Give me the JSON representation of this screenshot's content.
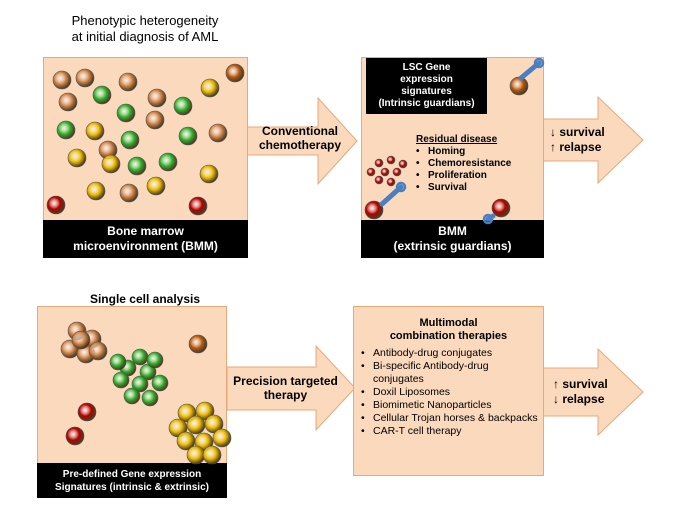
{
  "top_left": {
    "caption": "Phenotypic heterogeneity\nat initial diagnosis of AML",
    "bar": "Bone marrow\nmicroenvironment (BMM)"
  },
  "arrow1": {
    "label": "Conventional\nchemotherapy"
  },
  "top_right": {
    "lsc_box": "LSC Gene\nexpression\nsignatures\n(Intrinsic guardians)",
    "residual_title": "Residual disease",
    "residual_items": [
      "Homing",
      "Chemoresistance",
      "Proliferation",
      "Survival"
    ],
    "bar": "BMM\n(extrinsic guardians)"
  },
  "arrow2": {
    "label": "↓ survival\n↑ relapse"
  },
  "bottom_left": {
    "caption": "Single cell analysis",
    "bar": "Pre-defined Gene expression\nSignatures (intrinsic & extrinsic)"
  },
  "arrow3": {
    "label": "Precision targeted\ntherapy"
  },
  "bottom_right": {
    "title": "Multimodal\ncombination therapies",
    "items": [
      "Antibody-drug conjugates",
      "Bi-specific Antibody-drug conjugates",
      "Doxil Liposomes",
      "Biomimetic Nanoparticles",
      "Cellular Trojan horses & backpacks",
      "CAR-T cell therapy"
    ]
  },
  "arrow4": {
    "label": "↑ survival\n↓ relapse"
  },
  "colors": {
    "panel": "#fad9bd",
    "panel_border": "#e8a878",
    "arrow": "#fad9bd",
    "cell_green": "#2fb52f",
    "cell_yellow": "#e6b800",
    "cell_orange": "#d0844a",
    "cell_red": "#b30000",
    "cell_darkorange": "#b85a10"
  }
}
